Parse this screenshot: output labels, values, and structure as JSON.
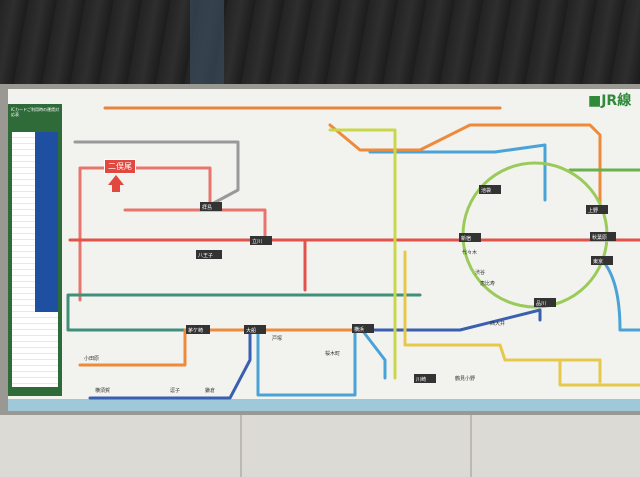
{
  "sign": {
    "logo": "■JR線",
    "fare_table_title": "ICカードご利用時の運賃対応表",
    "current_station": "二俣尾"
  },
  "stations": {
    "hajima": "拝島",
    "tachikawa": "立川",
    "hachioji": "八王子",
    "chigasaki": "茅ケ崎",
    "ofuna": "大船",
    "yokohama": "横浜",
    "kawasaki": "川崎",
    "ikebukuro": "池袋",
    "shinjuku": "新宿",
    "ueno": "上野",
    "akihabara": "秋葉原",
    "tokyo": "東京",
    "shinagawa": "品川",
    "kamakura": "鎌倉",
    "zushi": "逗子",
    "kurihama": "横須賀",
    "sakuragicho": "桜木町",
    "yoyogi": "代々木",
    "shibuya": "渋谷",
    "ebisu": "恵比寿",
    "nishioi": "西大井",
    "totsuka": "戸塚",
    "odawara_dir": "小田原",
    "tsurumi": "鶴見小野"
  },
  "colors": {
    "chuo": "#e0524a",
    "ome": "#e8756d",
    "yamanote": "#9acb5a",
    "keihin": "#4aa3d6",
    "tokaido": "#ee8a3c",
    "yokosuka": "#3a5fb0",
    "musashino": "#e6c94a",
    "nambu": "#c9d84a",
    "hachiko": "#999999",
    "yokohama_line": "#6ab04c",
    "sagami": "#3f8f7a",
    "takasaki": "#e7833f"
  }
}
